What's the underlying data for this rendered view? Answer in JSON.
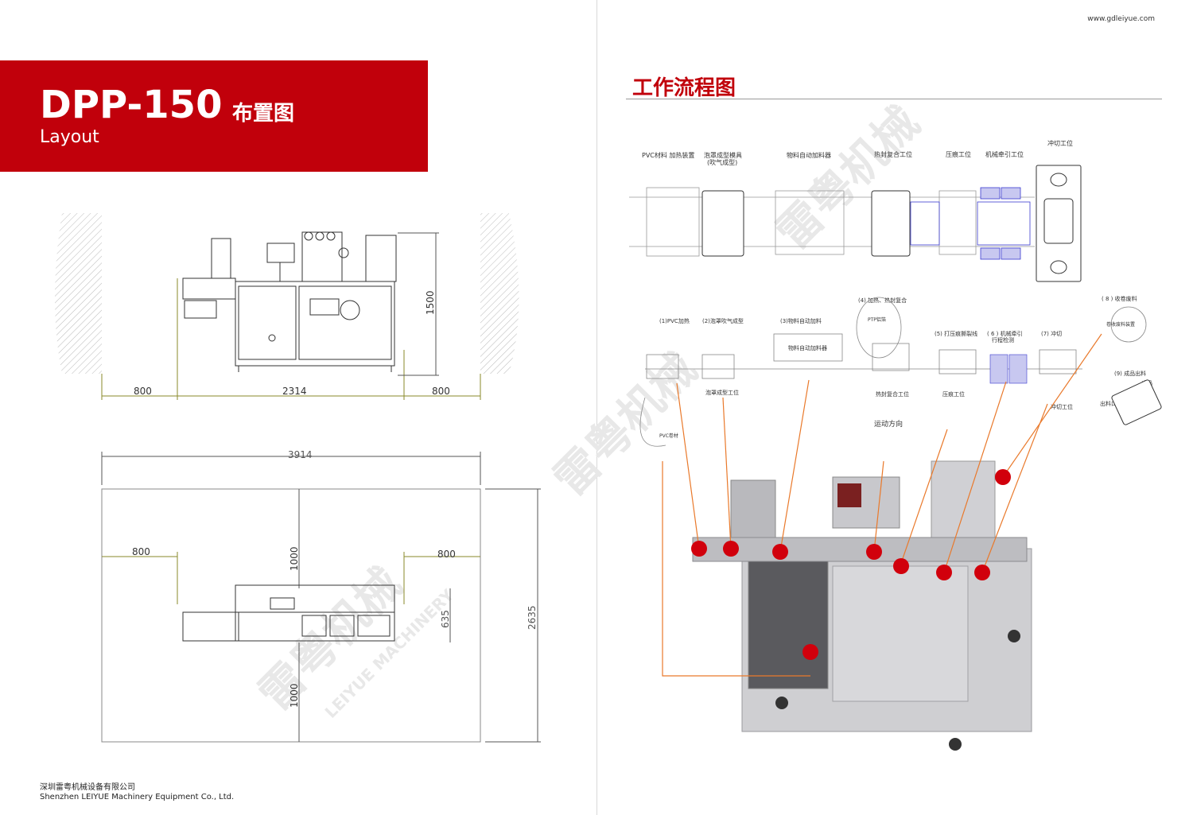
{
  "header": {
    "model": "DPP-150",
    "title_cn": "布置图",
    "title_en": "Layout"
  },
  "footer": {
    "company_cn": "深圳雷粤机械设备有限公司",
    "company_en": "Shenzhen LEIYUE Machinery Equipment Co., Ltd."
  },
  "website": "www.gdleiyue.com",
  "watermark": {
    "cn": "雷粤机械",
    "en": "LEIYUE MACHINERY"
  },
  "layout_front": {
    "dim_left": "800",
    "dim_machine": "2314",
    "dim_right": "800",
    "dim_height": "1500"
  },
  "layout_top": {
    "dim_total": "3914",
    "dim_left": "800",
    "dim_right": "800",
    "dim_top": "1000",
    "dim_bottom": "1000",
    "dim_width": "635",
    "dim_depth": "2635"
  },
  "flow": {
    "title": "工作流程图",
    "top_labels": {
      "pvc_heat": "PVC材料 加热装置",
      "blister_mold": "泡罩成型模具",
      "blister_mold_sub": "(吹气成型)",
      "auto_feed": "物料自动加料器",
      "heat_seal": "热封复合工位",
      "emboss": "压痕工位",
      "traction": "机械牵引工位",
      "punch": "冲切工位"
    },
    "steps": {
      "s1": "(1)PVC加热",
      "s2": "(2)泡罩吹气成型",
      "s3": "(3)物料自动加料",
      "s4": "(4) 加热、热封复合",
      "s5": "(5) 打压痕撕裂线",
      "s6a": "( 6 ) 机械牵引",
      "s6b": "行程检测",
      "s7": "(7) 冲切",
      "s8": "( 8 ) 收卷废料",
      "s9": "(9) 成品出料"
    },
    "labels": {
      "ptp_foil": "PTP铝箔",
      "feeder_box": "物料自动加料器",
      "waste_reel": "卷收废料装置",
      "product": "成品",
      "outlet": "出料口",
      "pvc_roll": "PVC卷材",
      "form_station": "泡罩成型工位",
      "seal_station": "热封复合工位",
      "emboss_station": "压痕工位",
      "punch_station": "冲切工位",
      "direction": "运动方向"
    },
    "colors": {
      "accent": "#c1000b",
      "arrow": "#e9792b",
      "blister": "#3a3ad0"
    }
  }
}
